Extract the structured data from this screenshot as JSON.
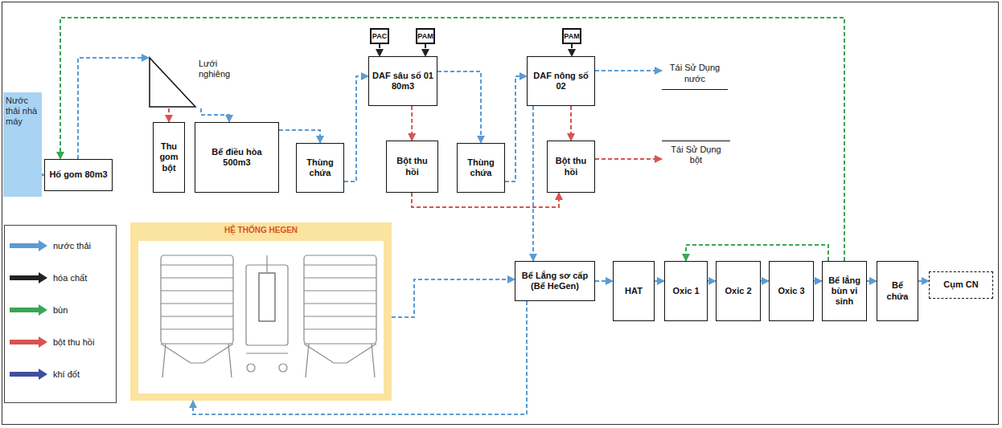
{
  "diagram": {
    "nodes": [
      {
        "text": [
          "Nước thải nhà máy"
        ]
      },
      {
        "text": [
          "Hố gom 80m3"
        ]
      },
      {
        "text": [
          "Lưới nghiêng"
        ]
      },
      {
        "text": [
          "Thu gom bột"
        ]
      },
      {
        "text": [
          "Bể điều hòa 500m3"
        ]
      },
      {
        "text": [
          "Thùng chứa"
        ]
      },
      {
        "text": [
          "PAC"
        ]
      },
      {
        "text": [
          "PAM"
        ]
      },
      {
        "text": [
          "DAF sâu số 01 80m3"
        ]
      },
      {
        "text": [
          "Bột thu hồi"
        ]
      },
      {
        "text": [
          "Thùng chứa"
        ]
      },
      {
        "text": [
          "PAM"
        ]
      },
      {
        "text": [
          "DAF nông số 02"
        ]
      },
      {
        "text": [
          "Bột thu hồi"
        ]
      },
      {
        "text": [
          "Tái Sử Dụng nước"
        ]
      },
      {
        "text": [
          "Tái Sử Dụng bột"
        ]
      },
      {
        "text": [
          "HỆ THỐNG HEGEN"
        ]
      },
      {
        "text": [
          "Bể Lắng sơ cấp (Bể HeGen)"
        ]
      },
      {
        "text": [
          "HAT"
        ]
      },
      {
        "text": [
          "Oxic 1"
        ]
      },
      {
        "text": [
          "Oxic 2"
        ]
      },
      {
        "text": [
          "Oxic 3"
        ]
      },
      {
        "text": [
          "Bể lắng bùn vi sinh"
        ]
      },
      {
        "text": [
          "Bể chứa"
        ]
      },
      {
        "text": [
          "Cụm CN"
        ]
      }
    ],
    "edges": [
      {
        "from": 0,
        "to": 1,
        "arrow": "to"
      },
      {
        "from": 1,
        "to": 2,
        "arrow": "to"
      },
      {
        "from": 2,
        "to": 3,
        "arrow": "to"
      },
      {
        "from": 2,
        "to": 4,
        "arrow": "to"
      },
      {
        "from": 4,
        "to": 5,
        "arrow": "to"
      },
      {
        "from": 5,
        "to": 8,
        "arrow": "to"
      },
      {
        "from": 6,
        "to": 8,
        "arrow": "to"
      },
      {
        "from": 7,
        "to": 8,
        "arrow": "to"
      },
      {
        "from": 8,
        "to": 9,
        "arrow": "to"
      },
      {
        "from": 8,
        "to": 10,
        "arrow": "to"
      },
      {
        "from": 10,
        "to": 12,
        "arrow": "to"
      },
      {
        "from": 11,
        "to": 12,
        "arrow": "to"
      },
      {
        "from": 9,
        "to": 13,
        "arrow": "to"
      },
      {
        "from": 12,
        "to": 13,
        "arrow": "to"
      },
      {
        "from": 12,
        "to": 14,
        "arrow": "to"
      },
      {
        "from": 13,
        "to": 15,
        "arrow": "to"
      },
      {
        "from": 12,
        "to": 17,
        "arrow": "to"
      },
      {
        "from": 17,
        "to": 16,
        "arrow": "to"
      },
      {
        "from": 16,
        "to": 17,
        "arrow": "to"
      },
      {
        "from": 17,
        "to": 18,
        "arrow": "to"
      },
      {
        "from": 18,
        "to": 19,
        "arrow": "to"
      },
      {
        "from": 19,
        "to": 20,
        "arrow": "to"
      },
      {
        "from": 20,
        "to": 21,
        "arrow": "to"
      },
      {
        "from": 21,
        "to": 22,
        "arrow": "to"
      },
      {
        "from": 22,
        "to": 23,
        "arrow": "to"
      },
      {
        "from": 23,
        "to": 24,
        "arrow": "to"
      },
      {
        "from": 22,
        "to": 19,
        "arrow": "to"
      },
      {
        "from": 22,
        "to": 1,
        "arrow": "to"
      }
    ],
    "legend": [
      {
        "text": "nước thải",
        "color": "#5b9bd5"
      },
      {
        "text": "hóa chất",
        "color": "#222222"
      },
      {
        "text": "bùn",
        "color": "#3aa655"
      },
      {
        "text": "bột thu hồi",
        "color": "#d9534f"
      },
      {
        "text": "khí đốt",
        "color": "#3f4f9f"
      }
    ]
  }
}
